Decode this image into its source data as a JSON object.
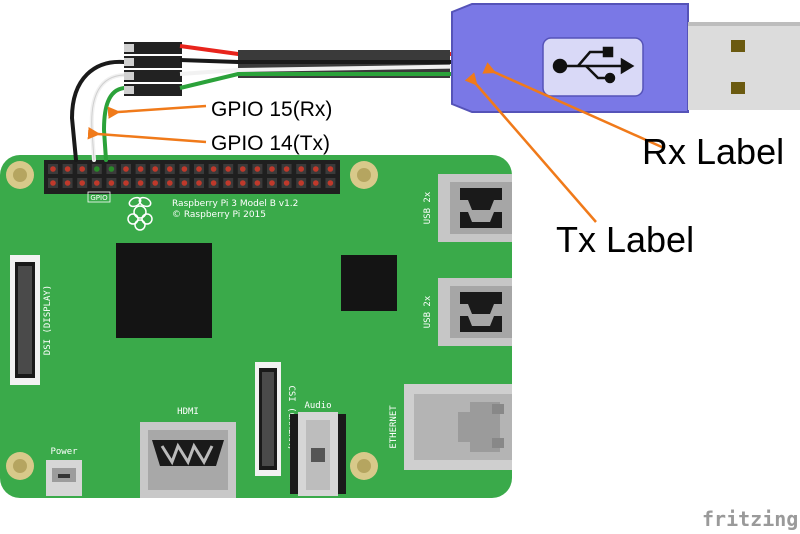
{
  "callouts": {
    "gpio15": "GPIO 15(Rx)",
    "gpio14": "GPIO 14(Tx)",
    "rx_label": "Rx Label",
    "tx_label": "Tx Label"
  },
  "board": {
    "gpio_label": "GPIO",
    "model": "Raspberry Pi 3 Model B v1.2",
    "copyright": "© Raspberry Pi 2015",
    "hdmi": "HDMI",
    "audio": "Audio",
    "power": "Power",
    "usb_top": "USB 2x",
    "usb_bottom": "USB 2x",
    "ethernet": "ETHERNET",
    "dsi": "DSI (DISPLAY)",
    "csi": "CSI (CAMERA)"
  },
  "watermark": "fritzing",
  "colors": {
    "board_green": "#3aaa4a",
    "adapter_purple": "#7a78e6",
    "arrow_orange": "#f07a1a",
    "wire_red": "#e8241c",
    "wire_black": "#1a1a1a",
    "wire_white": "#f2f2f2",
    "wire_green": "#2ba23a"
  },
  "icons": [
    "usb-symbol-icon",
    "raspberry-logo-icon"
  ]
}
